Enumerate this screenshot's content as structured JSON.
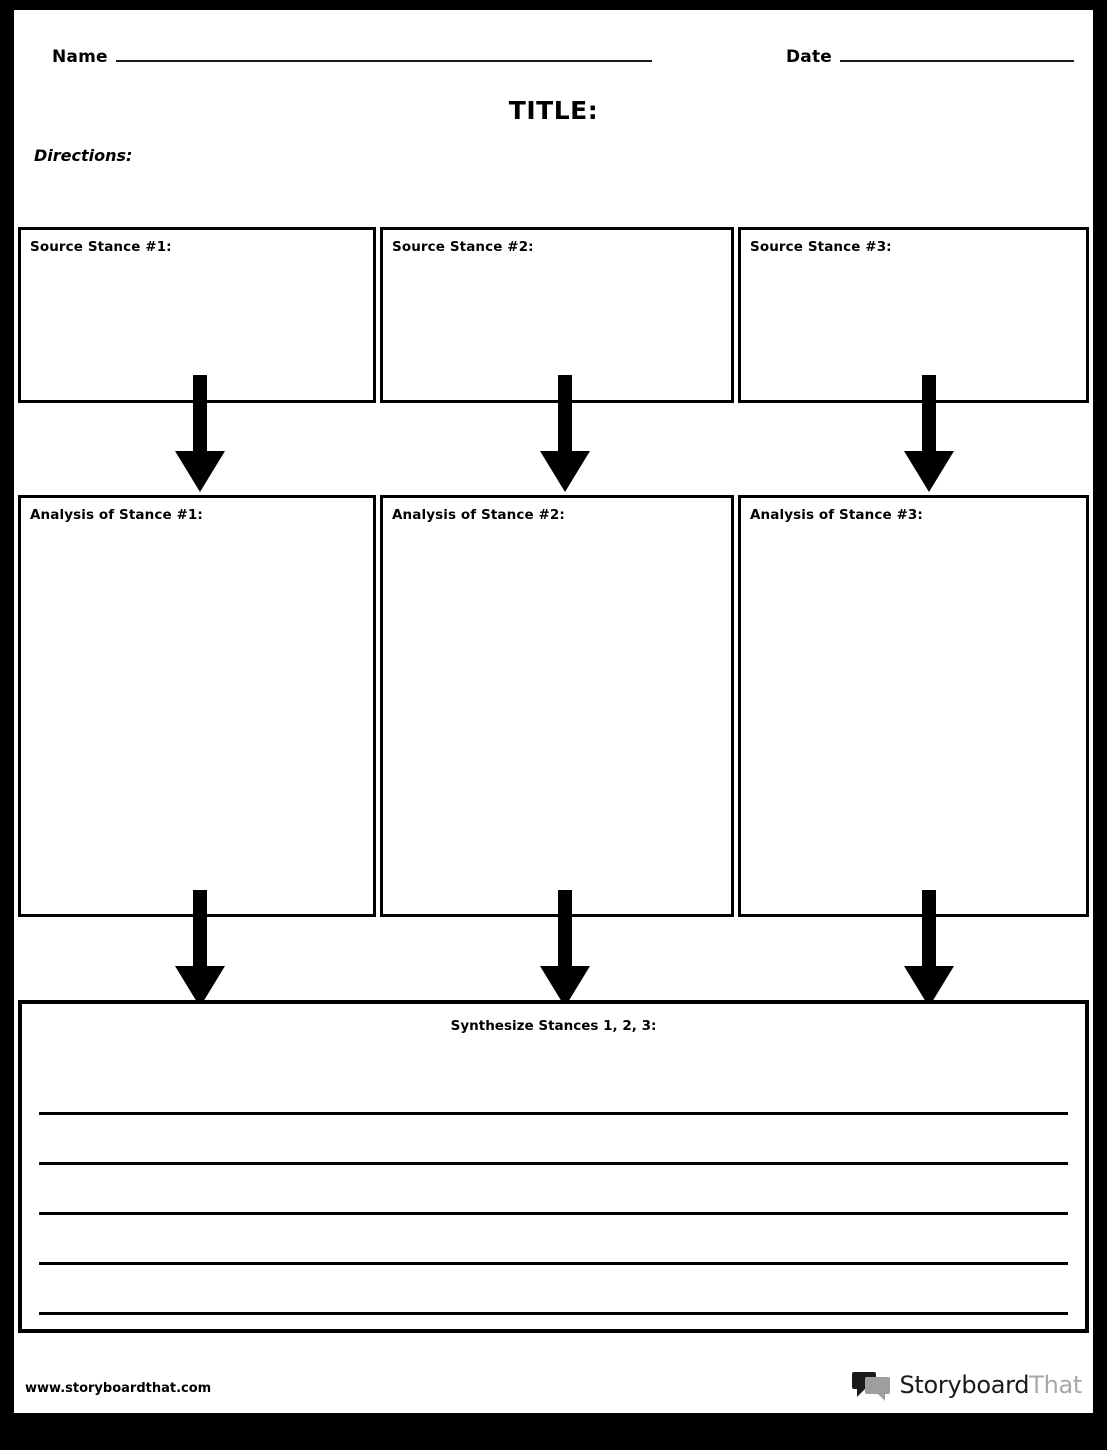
{
  "header": {
    "name_label": "Name",
    "date_label": "Date",
    "title": "TITLE:",
    "directions_label": "Directions:"
  },
  "source_row": {
    "cells": [
      {
        "label": "Source Stance #1:"
      },
      {
        "label": "Source Stance #2:"
      },
      {
        "label": "Source Stance #3:"
      }
    ]
  },
  "analysis_row": {
    "cells": [
      {
        "label": "Analysis of Stance #1:"
      },
      {
        "label": "Analysis of Stance #2:"
      },
      {
        "label": "Analysis of Stance #3:"
      }
    ]
  },
  "arrows": {
    "icon": "arrow-down-icon",
    "count": 6,
    "color": "#000000"
  },
  "synthesize": {
    "heading": "Synthesize Stances 1, 2, 3:",
    "line_count": 5
  },
  "footer": {
    "url": "www.storyboardthat.com",
    "logo_icon": "speech-bubbles-icon",
    "logo_word_dark": "Storyboard",
    "logo_word_light": "That"
  },
  "colors": {
    "frame": "#000000",
    "page": "#ffffff",
    "ink": "#000000",
    "logo_gray": "#a8a8a8"
  }
}
